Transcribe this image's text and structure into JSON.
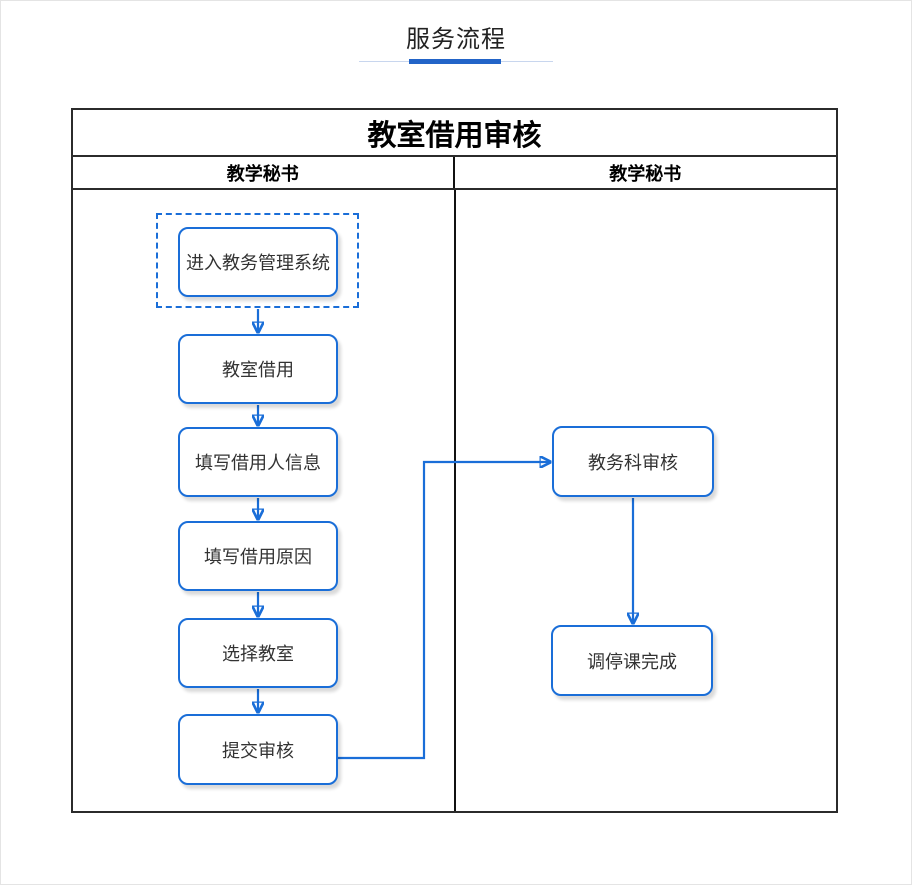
{
  "header": {
    "title": "服务流程"
  },
  "flowchart": {
    "title": "教室借用审核",
    "lanes": [
      {
        "label": "教学秘书"
      },
      {
        "label": "教学秘书"
      }
    ],
    "nodes": [
      {
        "id": "n1",
        "label": "进入教务管理系统",
        "lane": 0,
        "selected": true
      },
      {
        "id": "n2",
        "label": "教室借用",
        "lane": 0,
        "selected": false
      },
      {
        "id": "n3",
        "label": "填写借用人信息",
        "lane": 0,
        "selected": false
      },
      {
        "id": "n4",
        "label": "填写借用原因",
        "lane": 0,
        "selected": false
      },
      {
        "id": "n5",
        "label": "选择教室",
        "lane": 0,
        "selected": false
      },
      {
        "id": "n6",
        "label": "提交审核",
        "lane": 0,
        "selected": false
      },
      {
        "id": "n7",
        "label": "教务科审核",
        "lane": 1,
        "selected": false
      },
      {
        "id": "n8",
        "label": "调停课完成",
        "lane": 1,
        "selected": false
      }
    ],
    "edges": [
      {
        "from": "进入教务管理系统",
        "to": "教室借用"
      },
      {
        "from": "教室借用",
        "to": "填写借用人信息"
      },
      {
        "from": "填写借用人信息",
        "to": "填写借用原因"
      },
      {
        "from": "填写借用原因",
        "to": "选择教室"
      },
      {
        "from": "选择教室",
        "to": "提交审核"
      },
      {
        "from": "提交审核",
        "to": "教务科审核"
      },
      {
        "from": "教务科审核",
        "to": "调停课完成"
      }
    ],
    "colors": {
      "accent_blue": "#1a6ed8",
      "underline_accent": "#2264c8",
      "underline_track": "#c8d6ee",
      "frame_border": "#2b2b2b",
      "node_text": "#333333"
    }
  }
}
